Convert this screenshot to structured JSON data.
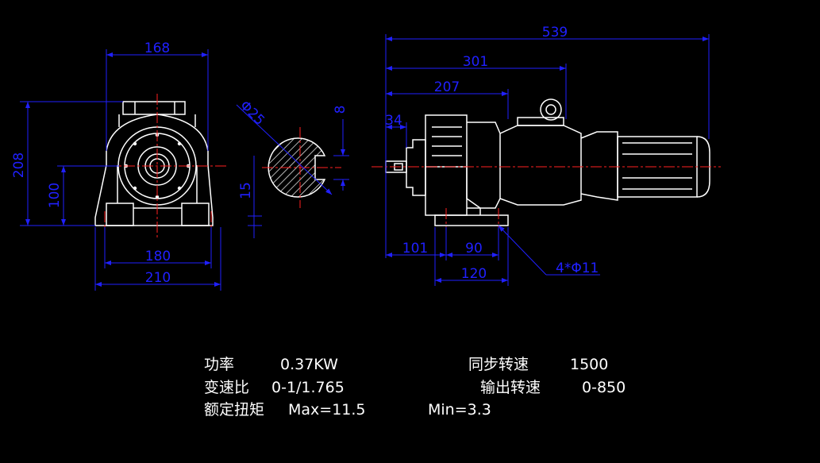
{
  "colors": {
    "background": "#000000",
    "outline": "#ffffff",
    "dimension": "#2020ff",
    "centerline": "#ff2020"
  },
  "dimensions": {
    "front_width_top": "168",
    "front_height": "208",
    "center_height": "100",
    "foot_spacing": "180",
    "base_width": "210",
    "key_width": "8",
    "key_depth": "15",
    "shaft_diameter": "Φ25",
    "overall_length": "539",
    "length_to_motor": "301",
    "length_to_body": "207",
    "shaft_extension": "34",
    "foot_offset": "101",
    "foot_hole_spacing": "90",
    "foot_length": "120",
    "mount_holes": "4*Φ11"
  },
  "specs": {
    "power_label": "功率",
    "power_value": "0.37KW",
    "ratio_label": "变速比",
    "ratio_value": "0-1/1.765",
    "torque_label": "额定扭矩",
    "torque_max": "Max=11.5",
    "torque_min": "Min=3.3",
    "sync_speed_label": "同步转速",
    "sync_speed_value": "1500",
    "output_speed_label": "输出转速",
    "output_speed_value": "0-850"
  }
}
